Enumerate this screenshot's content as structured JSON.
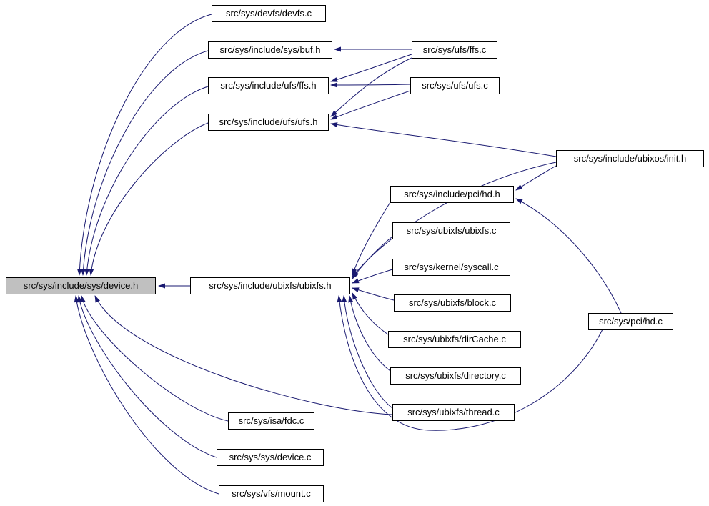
{
  "diagram": {
    "kind": "include-dependency-graph",
    "root_node": "src/sys/include/sys/device.h",
    "colors": {
      "edge": "#191970",
      "node_bg": "#ffffff",
      "node_border": "#000000",
      "root_bg": "#c0c0c0",
      "background": "#ffffff"
    },
    "nodes": [
      {
        "id": "devfs_c",
        "label": "src/sys/devfs/devfs.c"
      },
      {
        "id": "buf_h",
        "label": "src/sys/include/sys/buf.h"
      },
      {
        "id": "ffs_c",
        "label": "src/sys/ufs/ffs.c"
      },
      {
        "id": "ffs_h",
        "label": "src/sys/include/ufs/ffs.h"
      },
      {
        "id": "ufs_c",
        "label": "src/sys/ufs/ufs.c"
      },
      {
        "id": "ufs_h",
        "label": "src/sys/include/ufs/ufs.h"
      },
      {
        "id": "init_h",
        "label": "src/sys/include/ubixos/init.h"
      },
      {
        "id": "hd_h",
        "label": "src/sys/include/pci/hd.h"
      },
      {
        "id": "ubixfs_c",
        "label": "src/sys/ubixfs/ubixfs.c"
      },
      {
        "id": "syscall_c",
        "label": "src/sys/kernel/syscall.c"
      },
      {
        "id": "device_h",
        "label": "src/sys/include/sys/device.h"
      },
      {
        "id": "ubixfs_h",
        "label": "src/sys/include/ubixfs/ubixfs.h"
      },
      {
        "id": "block_c",
        "label": "src/sys/ubixfs/block.c"
      },
      {
        "id": "dirCache_c",
        "label": "src/sys/ubixfs/dirCache.c"
      },
      {
        "id": "directory_c",
        "label": "src/sys/ubixfs/directory.c"
      },
      {
        "id": "hd_c",
        "label": "src/sys/pci/hd.c"
      },
      {
        "id": "thread_c",
        "label": "src/sys/ubixfs/thread.c"
      },
      {
        "id": "fdc_c",
        "label": "src/sys/isa/fdc.c"
      },
      {
        "id": "device_c",
        "label": "src/sys/sys/device.c"
      },
      {
        "id": "mount_c",
        "label": "src/sys/vfs/mount.c"
      }
    ],
    "edges": [
      {
        "from": "devfs_c",
        "to": "device_h"
      },
      {
        "from": "buf_h",
        "to": "device_h"
      },
      {
        "from": "ffs_h",
        "to": "device_h"
      },
      {
        "from": "ufs_h",
        "to": "device_h"
      },
      {
        "from": "ubixfs_h",
        "to": "device_h"
      },
      {
        "from": "fdc_c",
        "to": "device_h"
      },
      {
        "from": "device_c",
        "to": "device_h"
      },
      {
        "from": "mount_c",
        "to": "device_h"
      },
      {
        "from": "thread_c",
        "to": "device_h"
      },
      {
        "from": "ffs_c",
        "to": "buf_h"
      },
      {
        "from": "ffs_c",
        "to": "ffs_h"
      },
      {
        "from": "ufs_c",
        "to": "ffs_h"
      },
      {
        "from": "ffs_c",
        "to": "ufs_h"
      },
      {
        "from": "ufs_c",
        "to": "ufs_h"
      },
      {
        "from": "init_h",
        "to": "ufs_h"
      },
      {
        "from": "init_h",
        "to": "hd_h"
      },
      {
        "from": "hd_c",
        "to": "hd_h"
      },
      {
        "from": "init_h",
        "to": "ubixfs_h"
      },
      {
        "from": "hd_h",
        "to": "ubixfs_h"
      },
      {
        "from": "ubixfs_c",
        "to": "ubixfs_h"
      },
      {
        "from": "syscall_c",
        "to": "ubixfs_h"
      },
      {
        "from": "block_c",
        "to": "ubixfs_h"
      },
      {
        "from": "dirCache_c",
        "to": "ubixfs_h"
      },
      {
        "from": "directory_c",
        "to": "ubixfs_h"
      },
      {
        "from": "thread_c",
        "to": "ubixfs_h"
      },
      {
        "from": "hd_c",
        "to": "ubixfs_h"
      }
    ]
  }
}
